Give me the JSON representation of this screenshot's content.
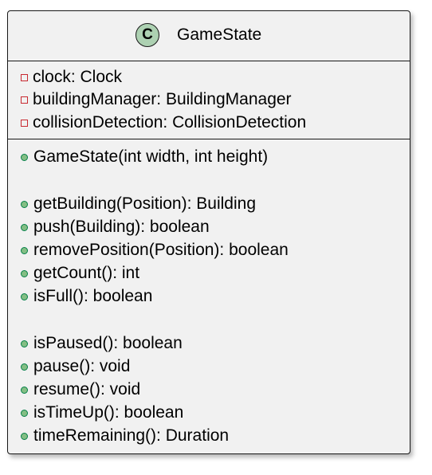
{
  "class": {
    "stereotype_letter": "C",
    "name": "GameState",
    "fields": [
      {
        "visibility": "private",
        "text": "clock: Clock"
      },
      {
        "visibility": "private",
        "text": "buildingManager: BuildingManager"
      },
      {
        "visibility": "private",
        "text": "collisionDetection: CollisionDetection"
      }
    ],
    "methods": [
      {
        "visibility": "public",
        "text": "GameState(int width, int height)"
      },
      {
        "visibility": "public",
        "text": "getBuilding(Position): Building"
      },
      {
        "visibility": "public",
        "text": "push(Building): boolean"
      },
      {
        "visibility": "public",
        "text": "removePosition(Position): boolean"
      },
      {
        "visibility": "public",
        "text": "getCount(): int"
      },
      {
        "visibility": "public",
        "text": "isFull(): boolean"
      },
      {
        "visibility": "public",
        "text": "isPaused(): boolean"
      },
      {
        "visibility": "public",
        "text": "pause(): void"
      },
      {
        "visibility": "public",
        "text": "resume(): void"
      },
      {
        "visibility": "public",
        "text": "isTimeUp(): boolean"
      },
      {
        "visibility": "public",
        "text": "timeRemaining(): Duration"
      }
    ]
  },
  "colors": {
    "box_background": "#f1f1f1",
    "border": "#181818",
    "stereotype_circle": "#add1b2",
    "private_marker": "#c82930",
    "public_marker_fill": "#84be84",
    "public_marker_border": "#038048"
  }
}
